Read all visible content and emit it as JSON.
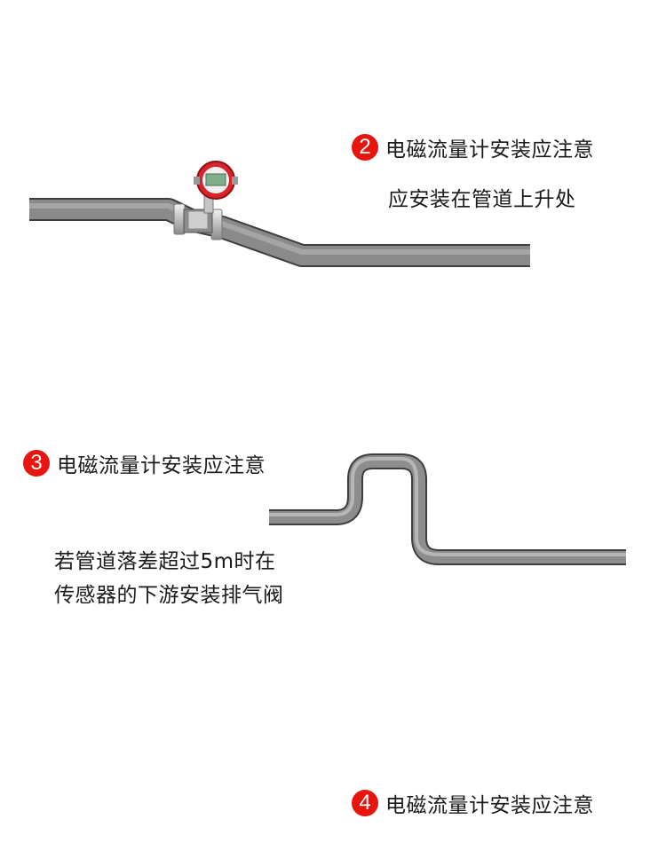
{
  "notes": [
    {
      "number": "2",
      "title": "电磁流量计安装应注意",
      "lines": [
        "应安装在管道上升处"
      ]
    },
    {
      "number": "3",
      "title": "电磁流量计安装应注意",
      "lines": [
        "若管道落差超过5m时在",
        "传感器的下游安装排气阀"
      ]
    },
    {
      "number": "4",
      "title": "电磁流量计安装应注意",
      "lines": []
    }
  ],
  "colors": {
    "badge": "#e8140e",
    "pipe": "#7d7d7d",
    "meter_ring": "#d9232a",
    "display": "#7fae8c"
  }
}
